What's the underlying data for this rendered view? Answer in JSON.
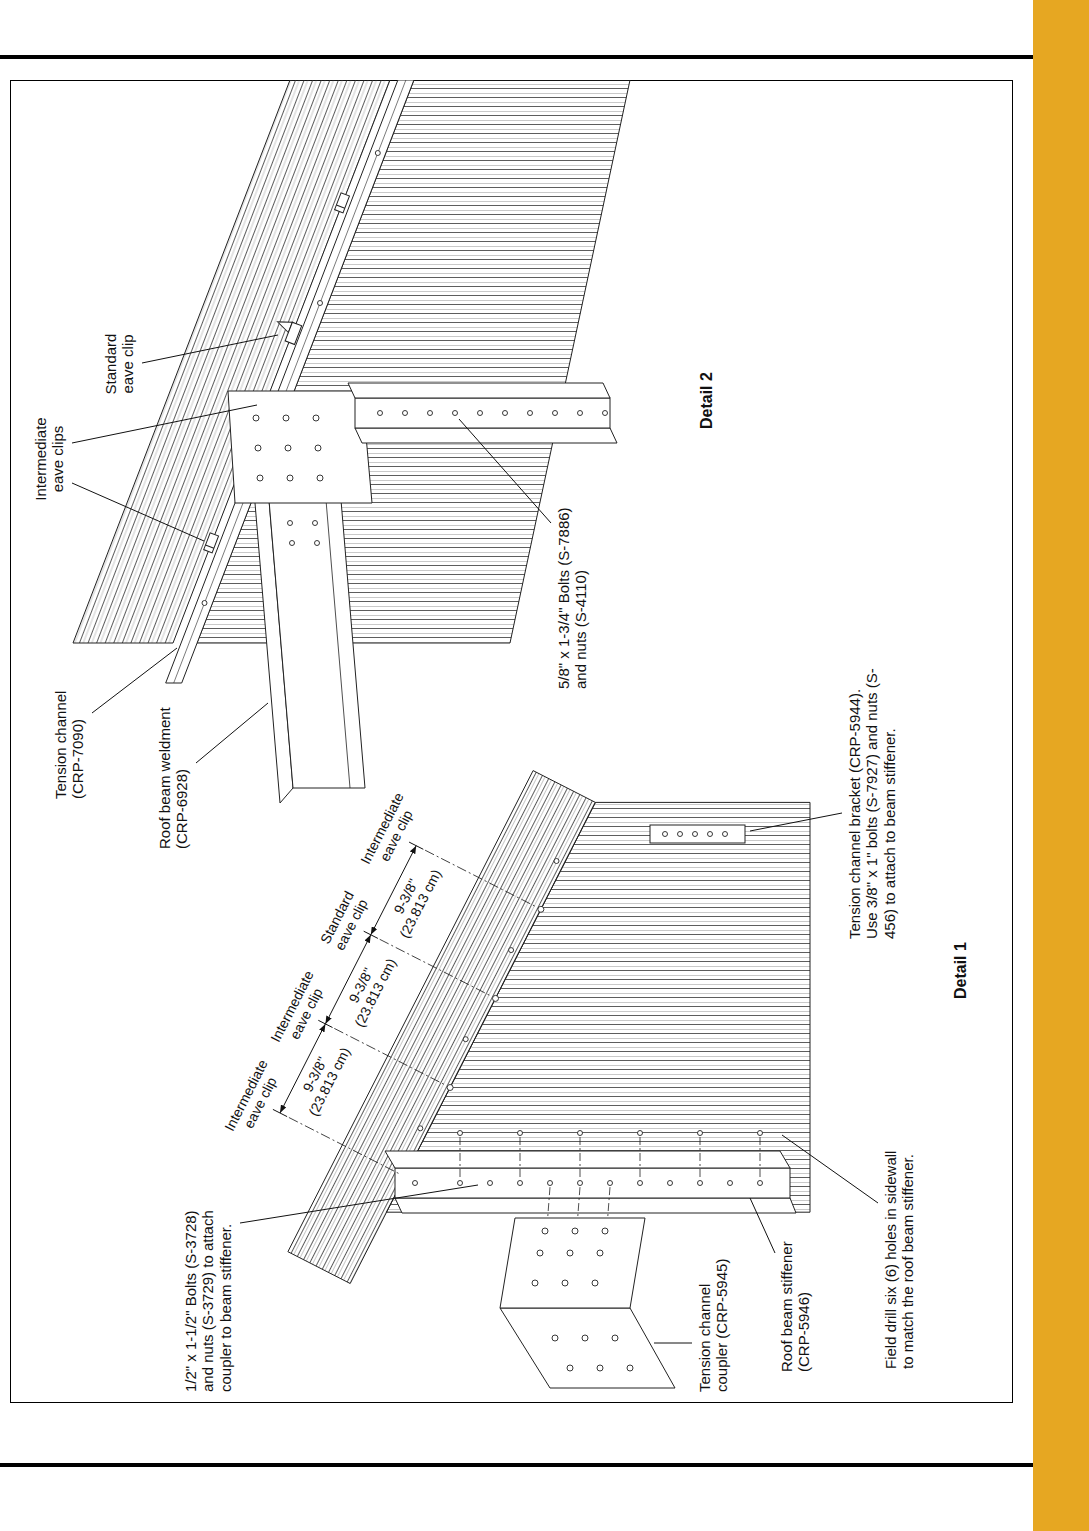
{
  "diagram": {
    "labels": [
      "Tension channel (CRP-7090)",
      "Roof beam weldment (CRP-6928)",
      "Intermediate eave clips",
      "Standard eave clip",
      "5/8\" x 1-3/4\" Bolts (S-7886) and nuts (S-4110)",
      "Detail 2",
      "1/2\" x 1-1/2\" Bolts (S-3728) and nuts (S-3729) to attach coupler to beam stiffener.",
      "Intermediate eave clip",
      "9-3/8\" (23.813 cm)",
      "Intermediate eave clip",
      "9-3/8\" (23.813 cm)",
      "Standard eave clip",
      "9-3/8\" (23.813 cm)",
      "Intermediate eave clip",
      "Tension channel coupler (CRP-5945)",
      "Roof beam stiffener (CRP-5946)",
      "Field drill six (6) holes in sidewall to match the roof beam stiffener.",
      "Tension channel bracket (CRP-5944). Use 3/8\" x 1\" bolts (S-7927) and nuts (S-456) to attach to beam stiffener.",
      "Detail 1"
    ]
  }
}
